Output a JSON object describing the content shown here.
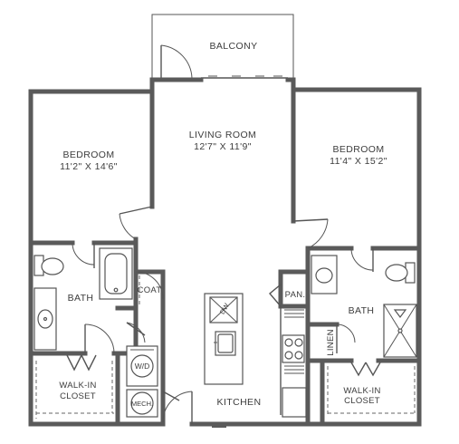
{
  "rooms": {
    "balcony": {
      "name": "BALCONY"
    },
    "living_room": {
      "name": "LIVING ROOM",
      "size": "12'7\" X 11'9\""
    },
    "bedroom_left": {
      "name": "BEDROOM",
      "size": "11'2\" X 14'6\""
    },
    "bedroom_right": {
      "name": "BEDROOM",
      "size": "11'4\" X 15'2\""
    },
    "bath_left": {
      "name": "BATH"
    },
    "bath_right": {
      "name": "BATH"
    },
    "closet_left": {
      "line1": "WALK-IN",
      "line2": "CLOSET"
    },
    "closet_right": {
      "line1": "WALK-IN",
      "line2": "CLOSET"
    },
    "kitchen": {
      "name": "KITCHEN"
    }
  },
  "fixtures": {
    "coat": "COAT",
    "pantry": "PAN.",
    "linen": "LINEN",
    "washer_dryer": "W/D",
    "mech": "MECH.",
    "dishwasher": "DW"
  },
  "colors": {
    "wall": "#5a5a5a",
    "line": "#555555",
    "text": "#3c3c3c"
  }
}
